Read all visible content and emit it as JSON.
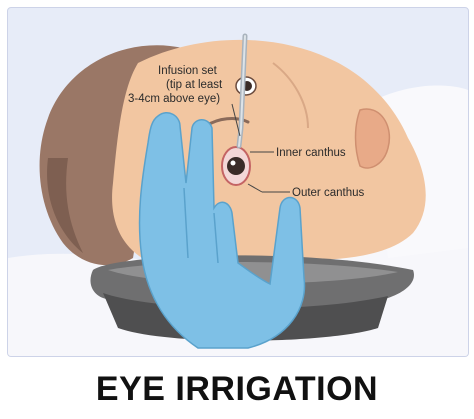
{
  "caption": "EYE IRRIGATION",
  "labels": {
    "infusion_line1": "Infusion set",
    "infusion_line2": "(tip at least",
    "infusion_line3": "3-4cm above eye)",
    "inner_canthus": "Inner canthus",
    "outer_canthus": "Outer canthus"
  },
  "colors": {
    "frame_background": "#e7ecf8",
    "skin": "#f2c6a1",
    "hair": "#9a7766",
    "glove": "#7ec0e6",
    "basin": "#6f6f70",
    "pillow": "#f7f7fb"
  }
}
